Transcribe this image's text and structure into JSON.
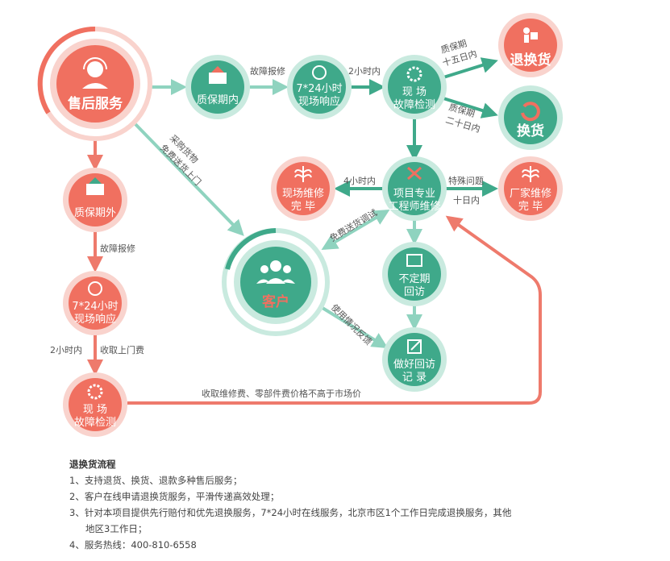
{
  "colors": {
    "red": "#f07060",
    "green": "#3fa98a",
    "red_light": "#f9d3cd",
    "green_light": "#c9eadf",
    "line_green": "#8fd3bf",
    "line_red": "#ee7a6c"
  },
  "nodes": {
    "after_sales": {
      "label": "售后服务",
      "icon": "headset-agent-icon"
    },
    "in_warranty": {
      "label": "质保期内",
      "icon": "box-arrow-icon"
    },
    "response_top": {
      "label1": "7*24小时",
      "label2": "现场响应",
      "icon": "phone-24-icon"
    },
    "inspect_top": {
      "label1": "现  场",
      "label2": "故障检测",
      "icon": "gear-person-icon"
    },
    "return_exchange": {
      "label": "退换货",
      "icon": "person-box-icon"
    },
    "exchange": {
      "label": "换货",
      "icon": "refresh-icon"
    },
    "engineer_repair": {
      "label1": "项目专业",
      "label2": "工程师维修",
      "icon": "tools-icon"
    },
    "onsite_done": {
      "label1": "现场维修",
      "label2": "完  毕",
      "icon": "leaf-icon"
    },
    "factory_done": {
      "label1": "厂家维修",
      "label2": "完  毕",
      "icon": "leaf-icon"
    },
    "out_warranty": {
      "label": "质保期外",
      "icon": "box-arrow-icon"
    },
    "response_left": {
      "label1": "7*24小时",
      "label2": "现场响应",
      "icon": "phone-24-icon"
    },
    "inspect_left": {
      "label1": "现  场",
      "label2": "故障检测",
      "icon": "gear-person-icon"
    },
    "customer": {
      "label": "客户",
      "icon": "people-group-icon"
    },
    "visit": {
      "label1": "不定期",
      "label2": "回访",
      "icon": "calendar-icon"
    },
    "record": {
      "label1": "做好回访",
      "label2": "记  录",
      "icon": "notepad-pen-icon"
    }
  },
  "edges": {
    "fault_report_top": "故障报修",
    "two_hours_top": "2小时内",
    "warranty_15_a": "质保期",
    "warranty_15_b": "十五日内",
    "warranty_20_a": "质保期",
    "warranty_20_b": "二十日内",
    "four_hours": "4小时内",
    "special_issue": "特殊问题",
    "ten_days": "十日内",
    "purchase_a": "采购货物",
    "purchase_b": "免费送货上门",
    "free_delivery": "免费送货调试",
    "usage_feedback": "使用情况反馈",
    "fault_report_left": "故障报修",
    "two_hours_left": "2小时内",
    "door_fee": "收取上门费",
    "repair_fee": "收取维修费、零部件费价格不高于市场价"
  },
  "notes": {
    "title": "退换货流程",
    "items": [
      "1、支持退货、换货、退款多种售后服务；",
      "2、客户在线申请退换货服务，平滑传递高效处理；",
      "3、针对本项目提供先行赔付和优先退换服务，7*24小时在线服务，北京市区1个工作日完成退换服务，其他",
      "地区3工作日；",
      "4、服务热线：400-810-6558"
    ]
  }
}
